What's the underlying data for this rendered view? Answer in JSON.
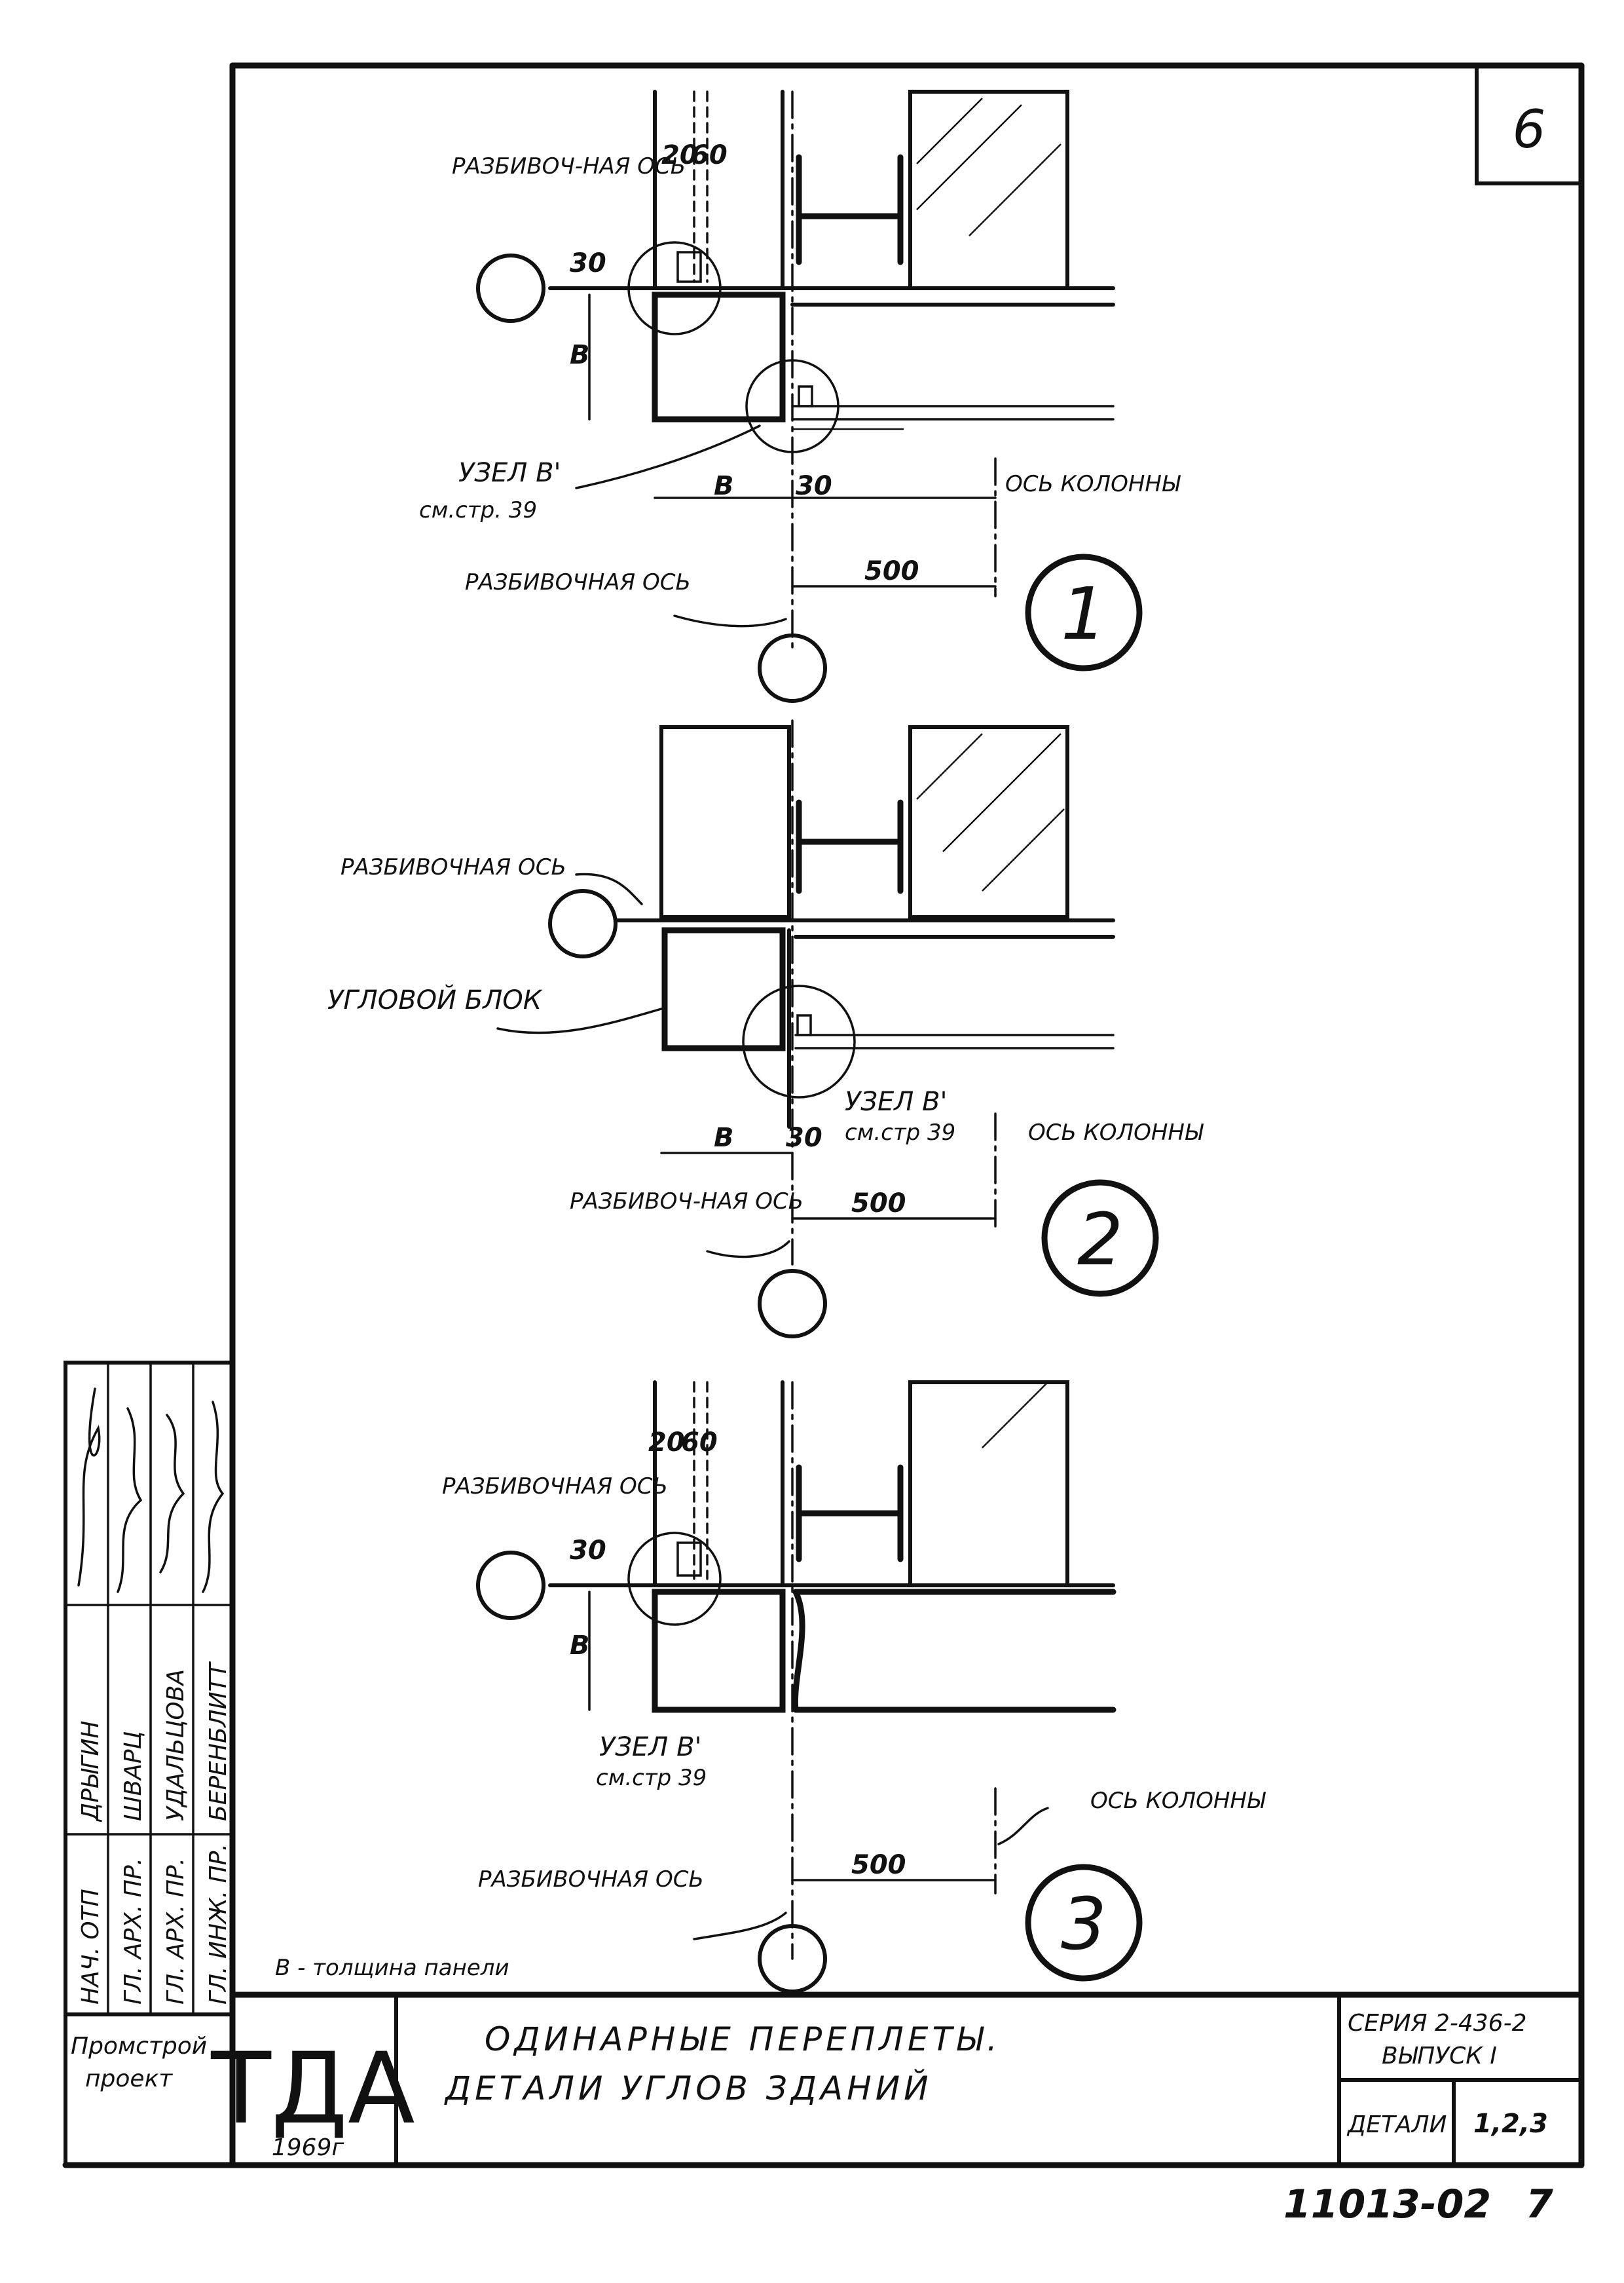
{
  "sheet": {
    "page_number": "6",
    "inventory_number": "11013-02",
    "inventory_sheet": "7"
  },
  "details": [
    {
      "number": "1",
      "labels": {
        "axis_top": "РАЗБИВОЧ-НАЯ ОСЬ",
        "axis_bottom": "РАЗБИВОЧНАЯ ОСЬ",
        "node_ref": "УЗЕЛ В'",
        "node_page": "см.стр. 39",
        "column_axis": "ОСЬ КОЛОННЫ"
      },
      "dims": {
        "d20": "20",
        "d60": "60",
        "d30_top": "30",
        "b_side": "В",
        "b_bottom": "В",
        "d30_bottom": "30",
        "d500": "500"
      }
    },
    {
      "number": "2",
      "labels": {
        "axis_top": "РАЗБИВОЧНАЯ ОСЬ",
        "corner_block": "УГЛОВОЙ БЛОК",
        "node_ref": "УЗЕЛ В'",
        "node_page": "см.стр 39",
        "column_axis": "ОСЬ КОЛОННЫ",
        "axis_bottom": "РАЗБИВОЧ-НАЯ ОСЬ"
      },
      "dims": {
        "b_bottom": "В",
        "d30": "30",
        "d500": "500"
      }
    },
    {
      "number": "3",
      "labels": {
        "axis_top": "РАЗБИВОЧНАЯ ОСЬ",
        "node_ref": "УЗЕЛ В'",
        "node_page": "см.стр 39",
        "column_axis": "ОСЬ КОЛОННЫ",
        "axis_bottom": "РАЗБИВОЧНАЯ ОСЬ"
      },
      "dims": {
        "d20": "20",
        "d60": "60",
        "d30": "30",
        "b_side": "В",
        "d500": "500"
      }
    }
  ],
  "note": "В - толщина панели",
  "title_block": {
    "title_line1": "ОДИНАРНЫЕ ПЕРЕПЛЕТЫ.",
    "title_line2": "ДЕТАЛИ УГЛОВ ЗДАНИЙ",
    "series": "СЕРИЯ 2-436-2",
    "issue": "ВЫПУСК I",
    "details_label": "ДЕТАЛИ",
    "details_value": "1,2,3",
    "org": "ТДА",
    "year": "1969г",
    "institute_line1": "Промстрой",
    "institute_line2": "проект"
  },
  "signatures": {
    "roles": [
      "НАЧ. ОТП",
      "ГЛ. АРХ. ПР.",
      "ГЛ. АРХ. ПР.",
      "ГЛ. ИНЖ. ПР."
    ],
    "names": [
      "ДРЫГИН",
      "ШВАРЦ",
      "УДАЛЬЦОВА",
      "БЕРЕНБЛИТТ"
    ]
  }
}
